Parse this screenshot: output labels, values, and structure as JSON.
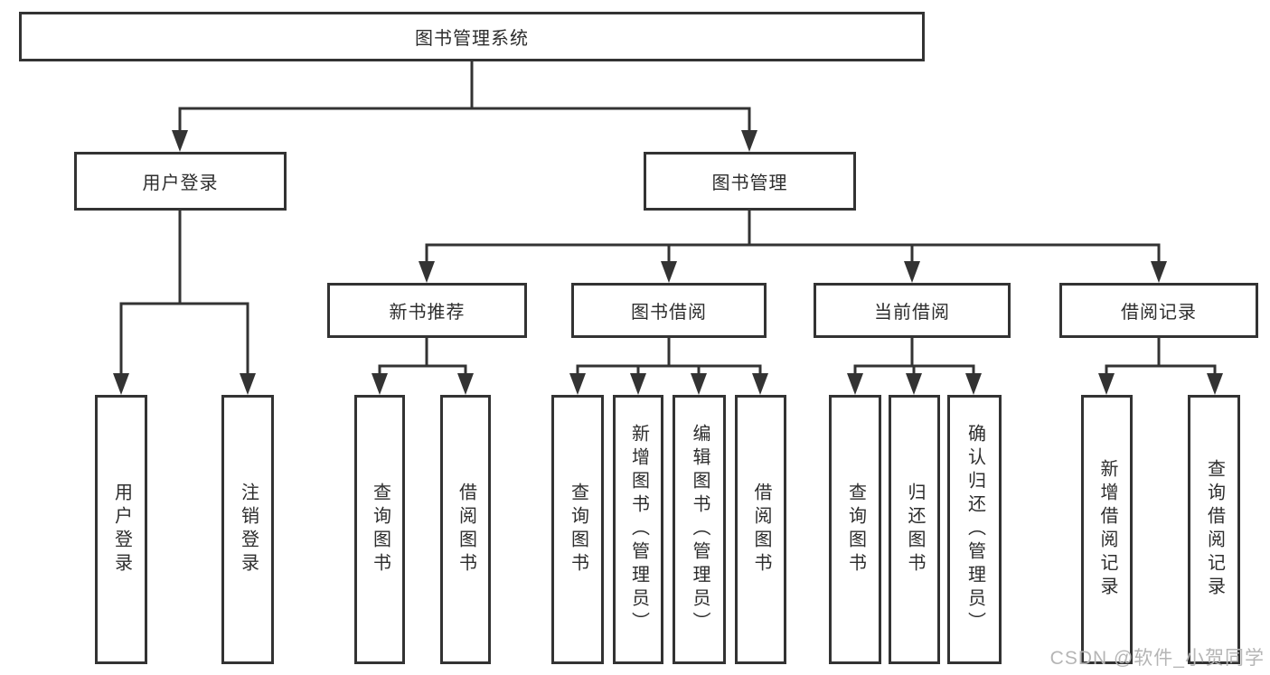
{
  "tree": {
    "label": "图书管理系统",
    "children": [
      {
        "label": "用户登录",
        "children": [
          {
            "label": "用户登录"
          },
          {
            "label": "注销登录"
          }
        ]
      },
      {
        "label": "图书管理",
        "children": [
          {
            "label": "新书推荐",
            "children": [
              {
                "label": "查询图书"
              },
              {
                "label": "借阅图书"
              }
            ]
          },
          {
            "label": "图书借阅",
            "children": [
              {
                "label": "查询图书"
              },
              {
                "label": "新增图书（管理员）"
              },
              {
                "label": "编辑图书（管理员）"
              },
              {
                "label": "借阅图书"
              }
            ]
          },
          {
            "label": "当前借阅",
            "children": [
              {
                "label": "查询图书"
              },
              {
                "label": "归还图书"
              },
              {
                "label": "确认归还（管理员）"
              }
            ]
          },
          {
            "label": "借阅记录",
            "children": [
              {
                "label": "新增借阅记录"
              },
              {
                "label": "查询借阅记录"
              }
            ]
          }
        ]
      }
    ]
  },
  "watermark": {
    "text": "CSDN @软件_小贺同学"
  },
  "colors": {
    "line": "#333333",
    "text": "#2d2d2d",
    "background": "#ffffff",
    "watermark": "#b5b5b5"
  }
}
